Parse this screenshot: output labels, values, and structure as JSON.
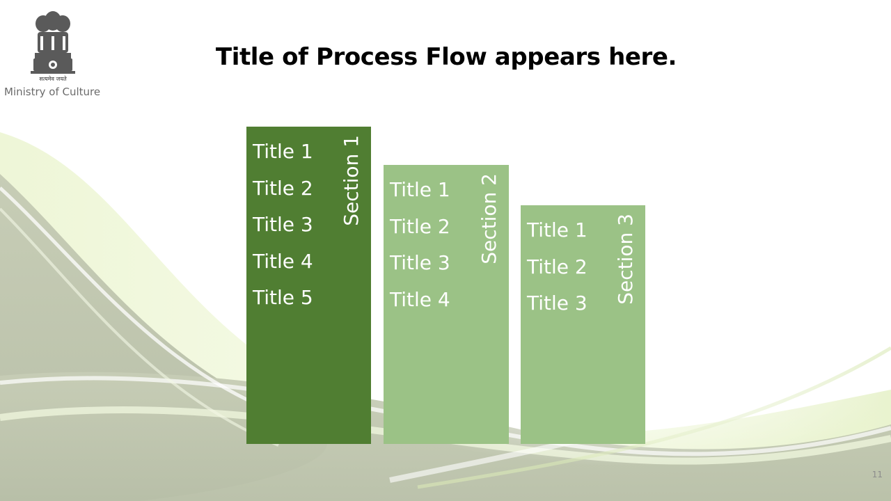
{
  "header": {
    "title": "Title of Process Flow appears here.",
    "emblem_motto": "सत्यमेव जयते",
    "organization": "Ministry of Culture"
  },
  "sections": [
    {
      "label": "Section 1",
      "items": [
        "Title 1",
        "Title 2",
        "Title 3",
        "Title 4",
        "Title 5"
      ],
      "color": "#507E32"
    },
    {
      "label": "Section 2",
      "items": [
        "Title 1",
        "Title 2",
        "Title 3",
        "Title 4"
      ],
      "color": "#9BC286"
    },
    {
      "label": "Section 3",
      "items": [
        "Title 1",
        "Title 2",
        "Title 3"
      ],
      "color": "#9BC286"
    }
  ],
  "footer": {
    "page_number": "11"
  },
  "colors": {
    "text_white": "#FFFFFF",
    "background_swoosh": "#B9C1A6",
    "accent_green": "#D6EDAA"
  }
}
